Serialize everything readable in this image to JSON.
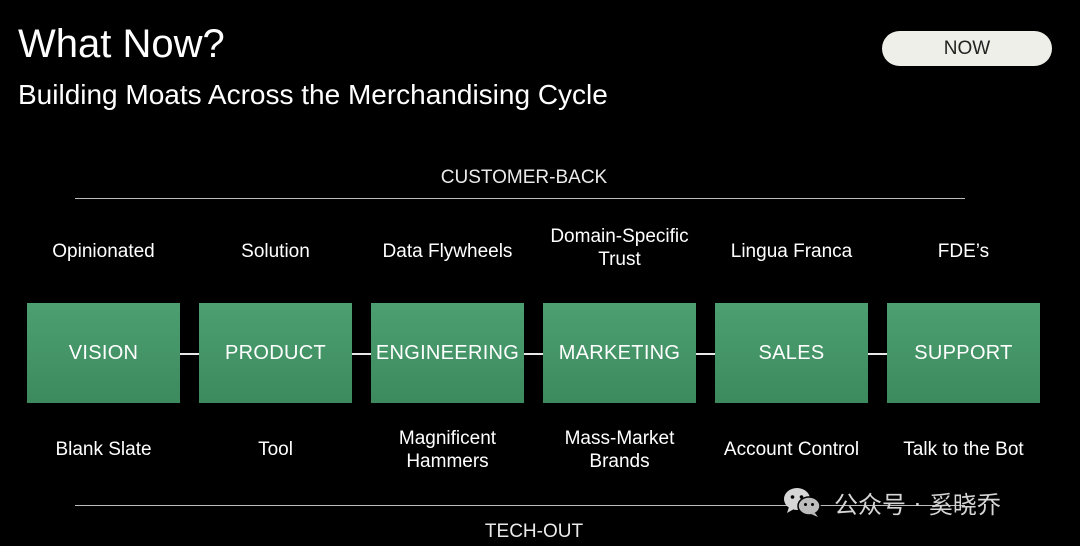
{
  "header": {
    "title": "What Now?",
    "subtitle": "Building Moats Across the Merchandising Cycle",
    "badge": "NOW"
  },
  "axes": {
    "top": "CUSTOMER-BACK",
    "bottom": "TECH-OUT"
  },
  "stages": [
    {
      "name": "VISION",
      "top_text": "Opinionated",
      "bottom_text": "Blank Slate"
    },
    {
      "name": "PRODUCT",
      "top_text": "Solution",
      "bottom_text": "Tool"
    },
    {
      "name": "ENGINEERING",
      "top_text": "Data Flywheels",
      "bottom_text": "Magnificent\nHammers"
    },
    {
      "name": "MARKETING",
      "top_text": "Domain-Specific\nTrust",
      "bottom_text": "Mass-Market\nBrands"
    },
    {
      "name": "SALES",
      "top_text": "Lingua Franca",
      "bottom_text": "Account Control"
    },
    {
      "name": "SUPPORT",
      "top_text": "FDE’s",
      "bottom_text": "Talk to the Bot"
    }
  ],
  "watermark": {
    "icon": "wechat-icon",
    "text": "公众号 · 奚晓乔"
  },
  "colors": {
    "background": "#000000",
    "box_fill": "#4a9c6d",
    "badge_fill": "#efefe9"
  }
}
